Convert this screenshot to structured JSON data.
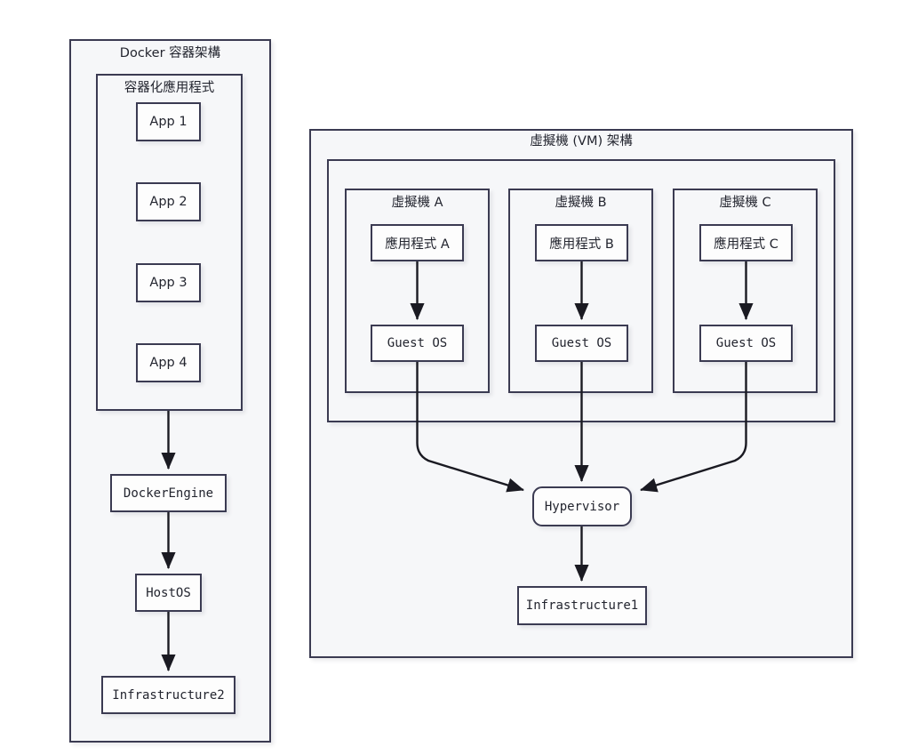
{
  "diagram": {
    "title_docker": "Docker 容器架構",
    "title_vm": "虛擬機 (VM) 架構",
    "colors": {
      "stroke": "#3b3b52",
      "panel_fill": "#f6f7f9",
      "node_fill": "#fdfdfd",
      "text": "#23252f",
      "page_background": "#ffffff"
    }
  },
  "docker": {
    "panel_label": "Docker 容器架構",
    "apps_group_label": "容器化應用程式",
    "apps": [
      {
        "label": "App 1"
      },
      {
        "label": "App 2"
      },
      {
        "label": "App 3"
      },
      {
        "label": "App 4"
      }
    ],
    "stack": [
      {
        "label": "DockerEngine"
      },
      {
        "label": "HostOS"
      },
      {
        "label": "Infrastructure2"
      }
    ]
  },
  "vm": {
    "panel_label": "虛擬機 (VM) 架構",
    "machines": [
      {
        "label": "虛擬機 A",
        "app": "應用程式 A",
        "guest_os": "Guest OS"
      },
      {
        "label": "虛擬機 B",
        "app": "應用程式 B",
        "guest_os": "Guest OS"
      },
      {
        "label": "虛擬機 C",
        "app": "應用程式 C",
        "guest_os": "Guest OS"
      }
    ],
    "hypervisor": {
      "label": "Hypervisor"
    },
    "infrastructure": {
      "label": "Infrastructure1"
    }
  }
}
